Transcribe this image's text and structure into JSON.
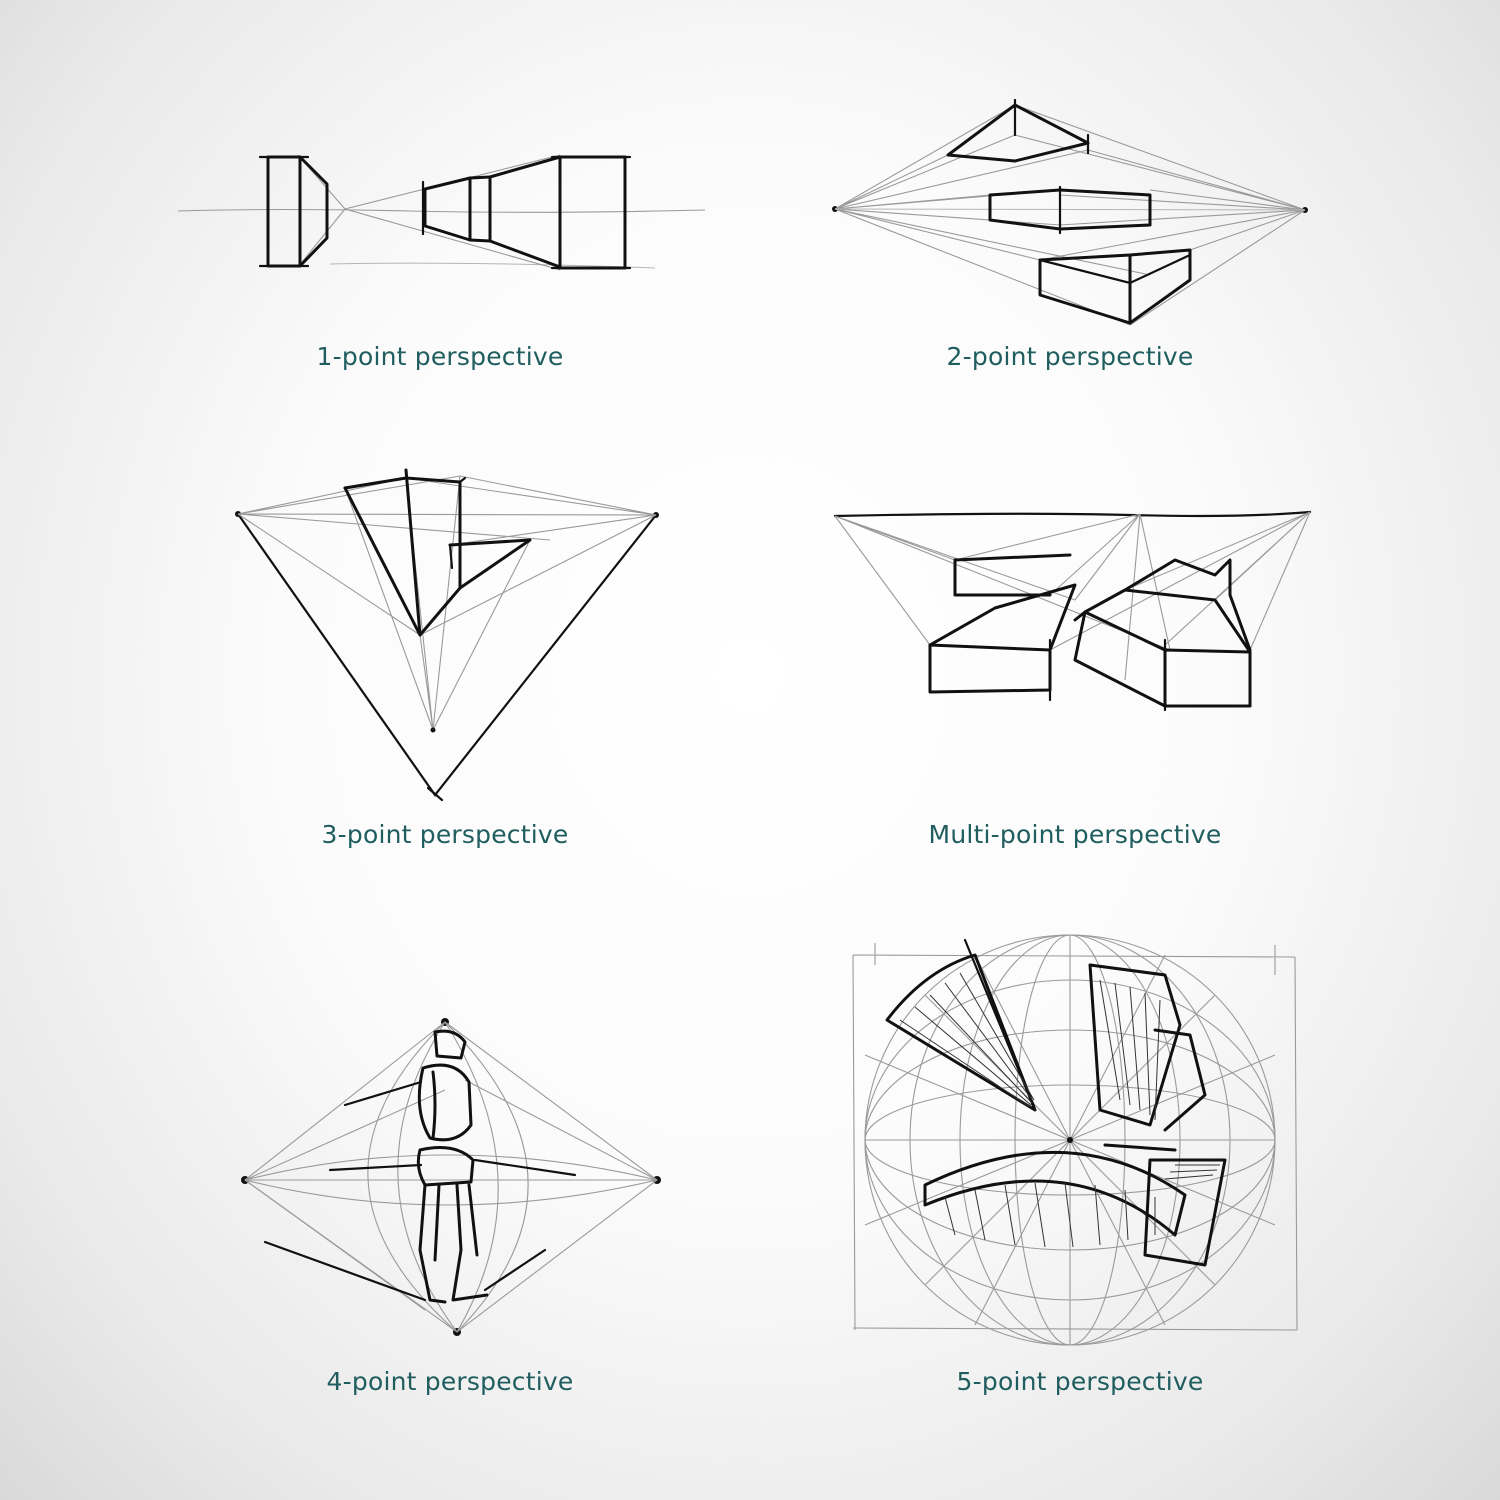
{
  "panels": [
    {
      "id": "one-point",
      "caption": "1-point perspective"
    },
    {
      "id": "two-point",
      "caption": "2-point perspective"
    },
    {
      "id": "three-point",
      "caption": "3-point perspective"
    },
    {
      "id": "multi-point",
      "caption": "Multi-point perspective"
    },
    {
      "id": "four-point",
      "caption": "4-point perspective"
    },
    {
      "id": "five-point",
      "caption": "5-point perspective"
    }
  ],
  "colors": {
    "caption": "#1f5d5e",
    "ink": "#111111",
    "construction": "#9a9a9a",
    "background": "#f4f4f4"
  }
}
